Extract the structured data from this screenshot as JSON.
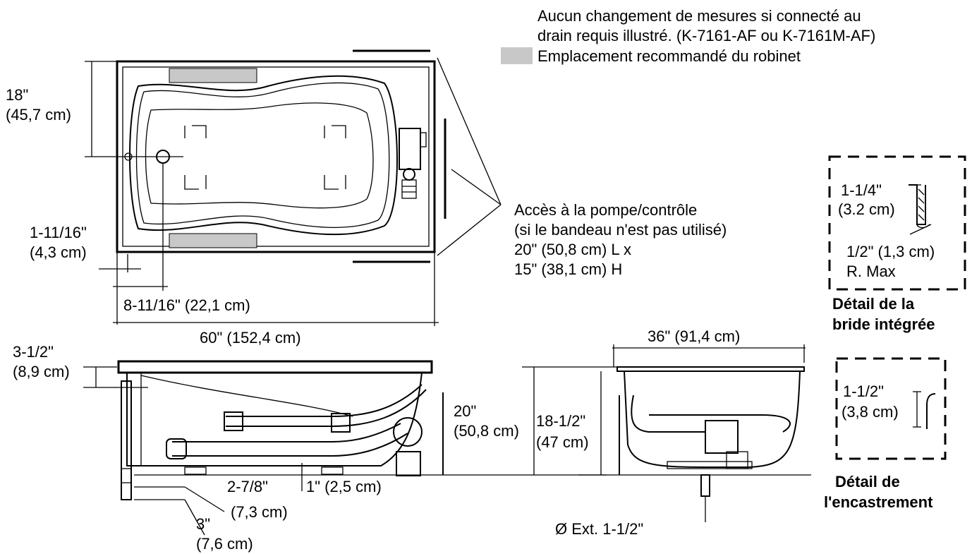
{
  "notes": {
    "line1": "Aucun changement de mesures si connecté au",
    "line2": "drain requis illustré. (K-7161-AF ou K-7161M-AF)",
    "faucet_legend": "Emplacement recommandé du robinet"
  },
  "colors": {
    "faucet_swatch": "#c8c8c8",
    "line": "#000000",
    "background": "#ffffff"
  },
  "plan_view": {
    "dim_width_18_in": "18\"",
    "dim_width_18_cm": "(45,7 cm)",
    "dim_drain_offset_in": "1-11/16\"",
    "dim_drain_offset_cm": "(4,3 cm)",
    "dim_drain_center": "8-11/16\" (22,1 cm)",
    "dim_length": "60\" (152,4 cm)",
    "access": {
      "line1": "Accès à la pompe/contrôle",
      "line2": "(si le bandeau n'est pas utilisé)",
      "line3": "20\" (50,8 cm) L x",
      "line4": "15\" (38,1 cm) H"
    }
  },
  "side_view": {
    "dim_rim_in": "3-1/2\"",
    "dim_rim_cm": "(8,9 cm)",
    "dim_height_20_in": "20\"",
    "dim_height_20_cm": "(50,8 cm)",
    "dim_foot": "1\" (2,5 cm)",
    "dim_drain_27_in": "2-7/8\"",
    "dim_drain_27_cm": "(7,3 cm)",
    "dim_drain_3_in": "3\"",
    "dim_drain_3_cm": "(7,6 cm)"
  },
  "end_view": {
    "dim_width": "36\" (91,4 cm)",
    "dim_height_in": "18-1/2\"",
    "dim_height_cm": "(47 cm)",
    "drain_od": "Ø Ext. 1-1/2\""
  },
  "flange_detail": {
    "dim_in": "1-1/4\"",
    "dim_cm": "(3.2 cm)",
    "radius": "1/2\" (1,3 cm)",
    "radius_note": "R. Max",
    "title_line1": "Détail de la",
    "title_line2": "bride intégrée"
  },
  "recess_detail": {
    "dim_in": "1-1/2\"",
    "dim_cm": "(3,8 cm)",
    "title_line1": "Détail de",
    "title_line2": "l'encastrement"
  }
}
